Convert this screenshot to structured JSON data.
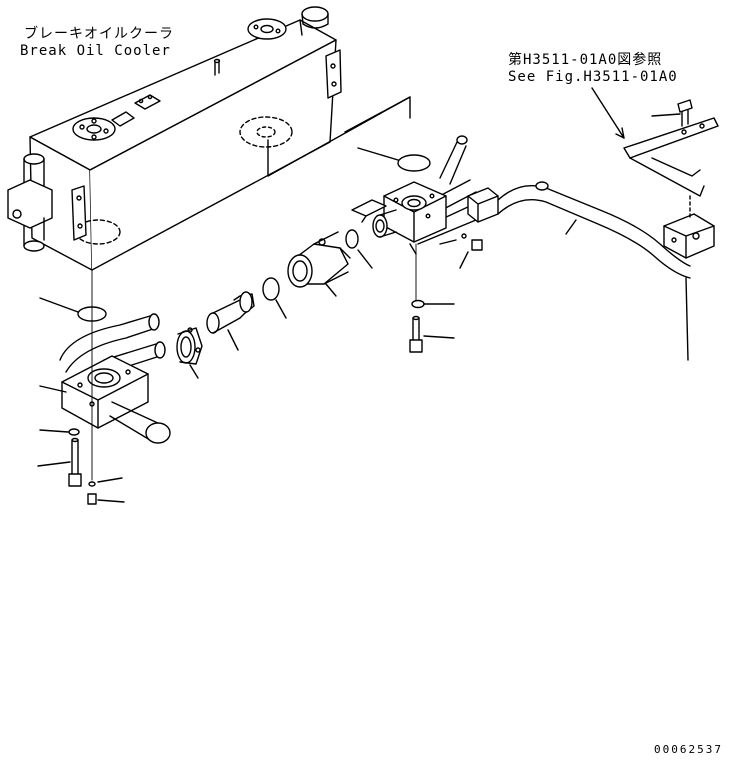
{
  "labels": {
    "cooler_jp": "ブレーキオイルクーラ",
    "cooler_en": "Break Oil Cooler",
    "ref_jp": "第H3511-01A0図参照",
    "ref_en": "See Fig.H3511-01A0"
  },
  "drawing_number": "00062537"
}
